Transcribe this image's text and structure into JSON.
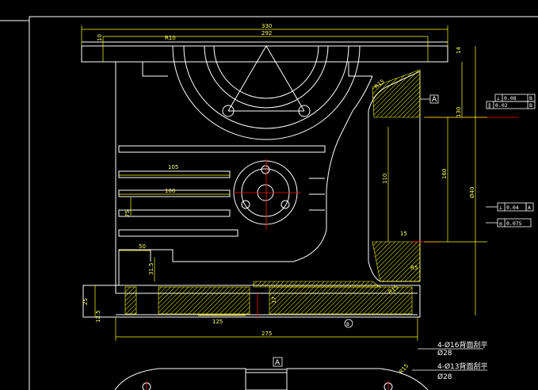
{
  "drawing": {
    "background": "#000000",
    "colors": {
      "frame": "#ffffff",
      "part": "#ffffff",
      "dimension": "#ffff00",
      "centerline": "#ff0000",
      "hatch": "#ffff00"
    },
    "dimensions": {
      "overall_width": "330",
      "inner_width": "292",
      "top_left_small": "10",
      "top_right_small": "14",
      "height_130": "130",
      "height_160": "160",
      "height_110": "110",
      "dia_40": "Ø40",
      "rib_105": "105",
      "rib_100": "100",
      "rib_75": "75",
      "dim_50": "50",
      "dim_31_5": "31.5",
      "dim_25": "25",
      "dim_17": "17",
      "dim_12_5": "12.5",
      "dim_125": "125",
      "base_275": "275",
      "r10": "R10",
      "r15": "R15",
      "r5": "R5",
      "dim_15": "15",
      "r15_top": "R15",
      "r15_bottom": "R15"
    },
    "datum": {
      "a_top": "A",
      "a_bottom": "A",
      "b_label": "B"
    },
    "tolerances": [
      {
        "symbol": "⊥",
        "value": "0.08",
        "datum": "B"
      },
      {
        "symbol": "∥",
        "value": "0.02",
        "datum": "B"
      },
      {
        "symbol": "⊥",
        "value": "0.04",
        "datum": "A"
      },
      {
        "symbol": "◎",
        "value": "0.075",
        "datum": ""
      }
    ],
    "notes": {
      "hole_16": "4-Ø16背面刮平",
      "dia_28_a": "Ø28",
      "hole_13": "4-Ø13背面刮平",
      "dia_28_b": "Ø28"
    }
  }
}
